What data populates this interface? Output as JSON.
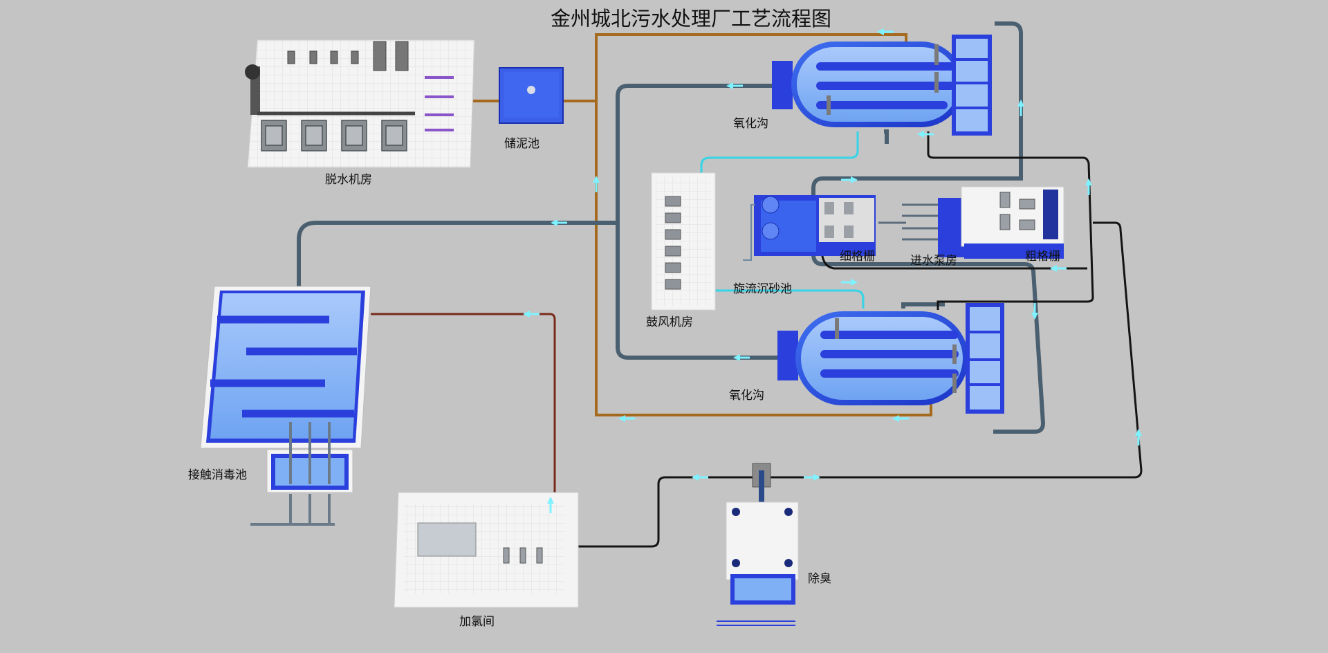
{
  "title": "金州城北污水处理厂工艺流程图",
  "labels": {
    "dewatering": "脱水机房",
    "sludge_storage": "储泥池",
    "oxidation_ditch_top": "氧化沟",
    "oxidation_ditch_bottom": "氧化沟",
    "blower_room": "鼓风机房",
    "fine_screen": "细格栅",
    "inlet_pump": "进水泵房",
    "coarse_screen": "粗格栅",
    "grit_chamber": "旋流沉砂池",
    "contact_tank": "接触消毒池",
    "chlorination": "加氯间",
    "deodorization": "除臭"
  },
  "colors": {
    "background": "#c4c4c4",
    "water_pipe": "#4a6070",
    "sludge_pipe": "#a56a1e",
    "air_pipe": "#35d4e6",
    "chlorine_pipe": "#7a2a1a",
    "odor_pipe": "#141414",
    "tank_blue": "#2a3fdc",
    "tank_water": "#7fb0f5",
    "flow_arrow": "#7ff2ff"
  }
}
